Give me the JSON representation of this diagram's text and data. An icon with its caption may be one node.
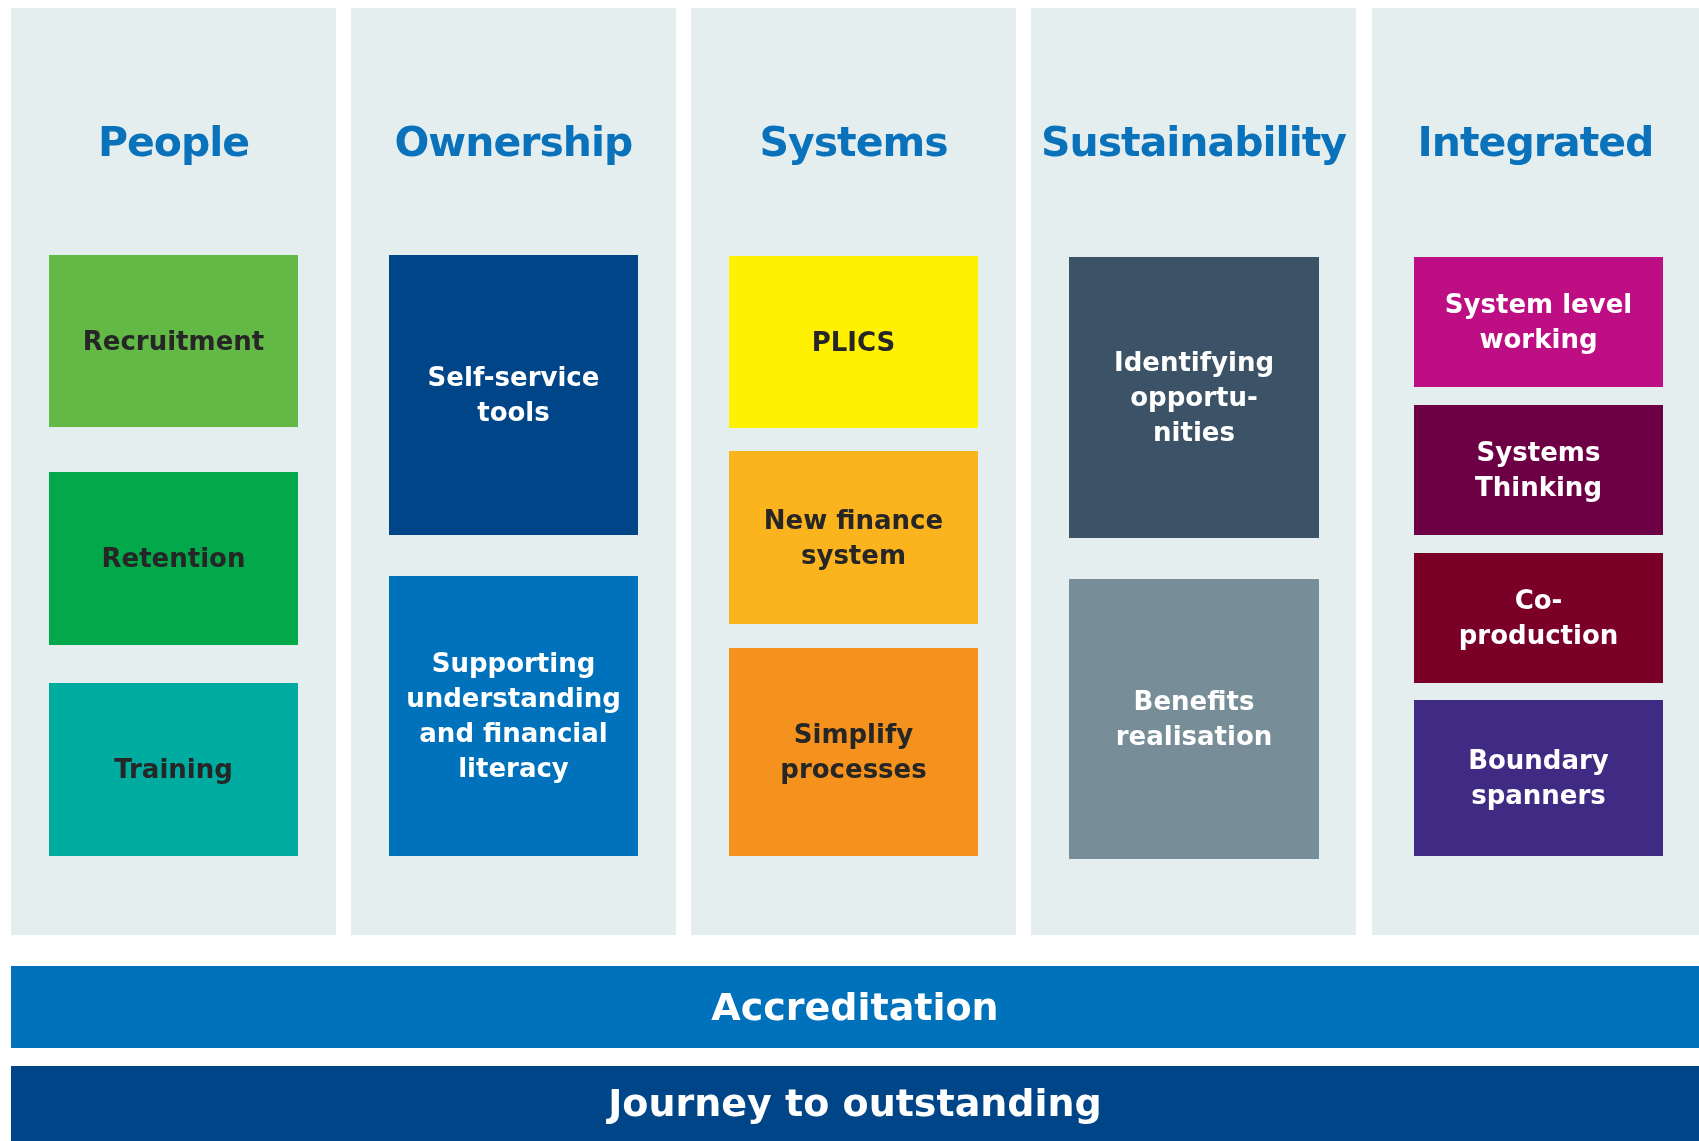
{
  "diagram": {
    "nodes": [
      {
        "text": [
          "People"
        ]
      },
      {
        "text": [
          "Recruitment"
        ],
        "in": 0
      },
      {
        "text": [
          "Retention"
        ],
        "in": 0
      },
      {
        "text": [
          "Training"
        ],
        "in": 0
      },
      {
        "text": [
          "Ownership"
        ]
      },
      {
        "text": [
          "Self-service tools"
        ],
        "in": 4
      },
      {
        "text": [
          "Supporting understanding and financial literacy"
        ],
        "in": 4
      },
      {
        "text": [
          "Systems"
        ]
      },
      {
        "text": [
          "PLICS"
        ],
        "in": 7
      },
      {
        "text": [
          "New finance system"
        ],
        "in": 7
      },
      {
        "text": [
          "Simplify processes"
        ],
        "in": 7
      },
      {
        "text": [
          "Sustainability"
        ]
      },
      {
        "text": [
          "Identifying opportu- nities"
        ],
        "in": 11
      },
      {
        "text": [
          "Benefits realisation"
        ],
        "in": 11
      },
      {
        "text": [
          "Integrated"
        ]
      },
      {
        "text": [
          "System level working"
        ],
        "in": 14
      },
      {
        "text": [
          "Systems Thinking"
        ],
        "in": 14
      },
      {
        "text": [
          "Co- production"
        ],
        "in": 14
      },
      {
        "text": [
          "Boundary spanners"
        ],
        "in": 14
      },
      {
        "text": [
          "Accreditation"
        ]
      },
      {
        "text": [
          "Journey to outstanding"
        ]
      }
    ]
  }
}
